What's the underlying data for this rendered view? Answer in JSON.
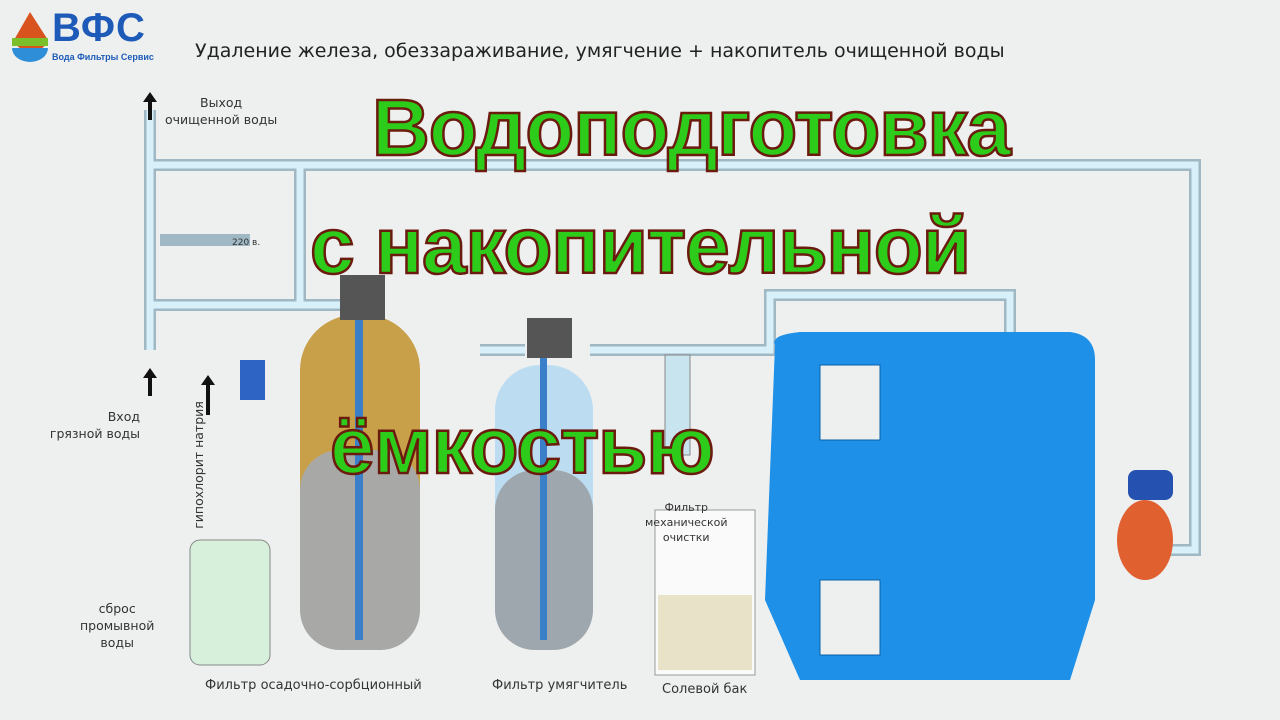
{
  "logo": {
    "name": "ВФС",
    "tagline": "Вода Фильтры Сервис"
  },
  "header": "Удаление железа, обеззараживание, умягчение + накопитель очищенной воды",
  "overlay": {
    "line1": "Водоподготовка",
    "line2": "с накопительной",
    "line3": "ёмкостью"
  },
  "labels": {
    "outlet": [
      "Выход",
      "очищенной воды"
    ],
    "inlet": [
      "Вход",
      "грязной воды"
    ],
    "hypochlorite": "гипохлорит натрия",
    "drain": [
      "сброс",
      "промывной",
      "воды"
    ],
    "voltage": "220 в.",
    "mech_filter": [
      "Фильтр",
      "механической",
      "очистки"
    ],
    "filter1": "Фильтр осадочно-сорбционный",
    "filter2": "Фильтр умягчитель",
    "salt_tank": "Солевой бак"
  },
  "colors": {
    "pipe": "#bfe3f2",
    "tank": "#1e90e8",
    "text_green": "#2ecc1a"
  }
}
